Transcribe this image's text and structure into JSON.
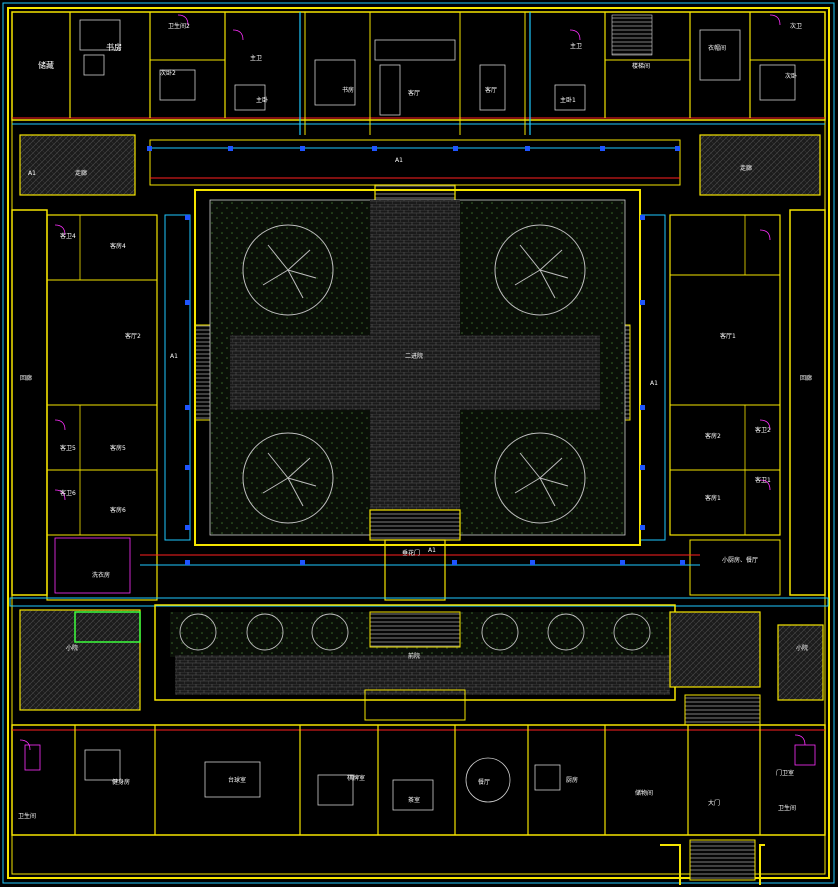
{
  "plan": {
    "labels": {
      "room_top_left": "储藏",
      "library": "书房",
      "bedroom_top_1": "次卧2",
      "bath_top_1": "卫生间2",
      "bath_top_2": "主卫",
      "master_bedroom_1": "主卧",
      "reading_room": "书房",
      "hall": "客厅",
      "guest_room_top": "客厅",
      "master_bedroom_2": "主卧1",
      "bath_top_3": "主卫",
      "stair_hall": "楼梯间",
      "wardrobe": "衣帽间",
      "bedroom_top_2": "次卧",
      "bath_top_4": "次卫",
      "corridor_tl": "走廊",
      "corridor_tr": "走廊",
      "corridor_left": "回廊",
      "corridor_right": "回廊",
      "guest_bath_4": "客卫4",
      "guest_room_4": "客房4",
      "living_2": "客厅2",
      "living_1": "客厅1",
      "guest_bath_5": "客卫5",
      "guest_room_5": "客房5",
      "guest_bath_6": "客卫6",
      "guest_room_6": "客房6",
      "guest_bath_1": "客卫1",
      "guest_room_1": "客房1",
      "guest_bath_2": "客卫2",
      "guest_room_2": "客房2",
      "laundry": "洗衣房",
      "kitchen": "小厨房、餐厅",
      "second_gate": "垂花门",
      "courtyard_main": "二进院",
      "courtyard_front": "前院",
      "storage_front_left": "小院",
      "storage_front_right": "小院",
      "staff_bath": "卫生间",
      "fitness": "健身房",
      "billiard": "台球室",
      "chess_room": "棋牌室",
      "tea_room": "茶室",
      "dining": "餐厅",
      "kitchen_front": "厨房",
      "garage": "储物间",
      "main_gate": "大门",
      "gate_keeper": "门卫室",
      "gate_bath": "卫生间",
      "mark_a": "A1",
      "mark_b": "A1",
      "mark_c": "A1",
      "mark_d": "A1",
      "mark_e": "A1"
    }
  }
}
